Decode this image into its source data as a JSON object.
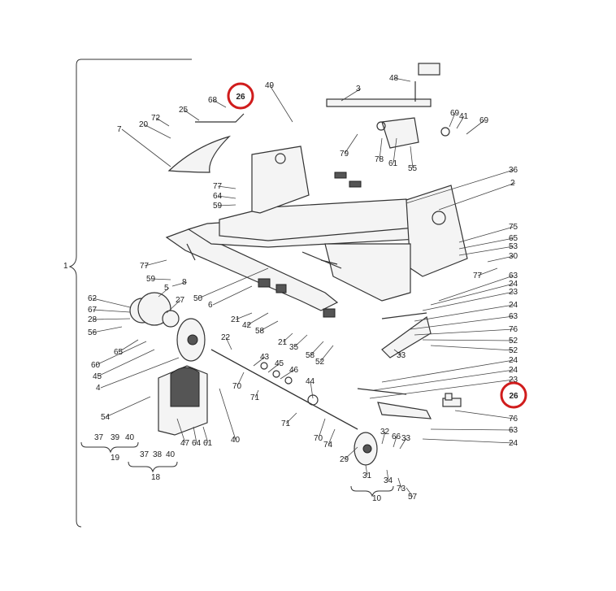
{
  "highlight_color": "#d01c1c",
  "callouts": [
    {
      "id": "c49",
      "text": "49"
    },
    {
      "id": "c3",
      "text": "3"
    },
    {
      "id": "c48",
      "text": "48"
    },
    {
      "id": "c68",
      "text": "68"
    },
    {
      "id": "c25",
      "text": "25"
    },
    {
      "id": "c72",
      "text": "72"
    },
    {
      "id": "c20",
      "text": "20"
    },
    {
      "id": "c7",
      "text": "7"
    },
    {
      "id": "c69a",
      "text": "69"
    },
    {
      "id": "c41",
      "text": "41"
    },
    {
      "id": "c69b",
      "text": "69"
    },
    {
      "id": "c79",
      "text": "79"
    },
    {
      "id": "c78",
      "text": "78"
    },
    {
      "id": "c61a",
      "text": "61"
    },
    {
      "id": "c55",
      "text": "55"
    },
    {
      "id": "c36",
      "text": "36"
    },
    {
      "id": "c2",
      "text": "2"
    },
    {
      "id": "c77a",
      "text": "77"
    },
    {
      "id": "c64a",
      "text": "64"
    },
    {
      "id": "c59a",
      "text": "59"
    },
    {
      "id": "c75",
      "text": "75"
    },
    {
      "id": "c65a",
      "text": "65"
    },
    {
      "id": "c53",
      "text": "53"
    },
    {
      "id": "c30",
      "text": "30"
    },
    {
      "id": "c77b",
      "text": "77"
    },
    {
      "id": "c59b",
      "text": "59"
    },
    {
      "id": "c8",
      "text": "8"
    },
    {
      "id": "c5",
      "text": "5"
    },
    {
      "id": "c62",
      "text": "62"
    },
    {
      "id": "c67",
      "text": "67"
    },
    {
      "id": "c28",
      "text": "28"
    },
    {
      "id": "c27",
      "text": "27"
    },
    {
      "id": "c56",
      "text": "56"
    },
    {
      "id": "c50",
      "text": "50"
    },
    {
      "id": "c6",
      "text": "6"
    },
    {
      "id": "c77c",
      "text": "77"
    },
    {
      "id": "c63a",
      "text": "63"
    },
    {
      "id": "c24a",
      "text": "24"
    },
    {
      "id": "c23a",
      "text": "23"
    },
    {
      "id": "c21a",
      "text": "21"
    },
    {
      "id": "c42",
      "text": "42"
    },
    {
      "id": "c58a",
      "text": "58"
    },
    {
      "id": "c24b",
      "text": "24"
    },
    {
      "id": "c63b",
      "text": "63"
    },
    {
      "id": "c76a",
      "text": "76"
    },
    {
      "id": "c52a",
      "text": "52"
    },
    {
      "id": "c65b",
      "text": "65"
    },
    {
      "id": "c60",
      "text": "60"
    },
    {
      "id": "c45a",
      "text": "45"
    },
    {
      "id": "c4",
      "text": "4"
    },
    {
      "id": "c22",
      "text": "22"
    },
    {
      "id": "c21b",
      "text": "21"
    },
    {
      "id": "c35",
      "text": "35"
    },
    {
      "id": "c58b",
      "text": "58"
    },
    {
      "id": "c52b",
      "text": "52"
    },
    {
      "id": "c33a",
      "text": "33"
    },
    {
      "id": "c52c",
      "text": "52"
    },
    {
      "id": "c24c",
      "text": "24"
    },
    {
      "id": "c24d",
      "text": "24"
    },
    {
      "id": "c23b",
      "text": "23"
    },
    {
      "id": "c43",
      "text": "43"
    },
    {
      "id": "c45b",
      "text": "45"
    },
    {
      "id": "c46",
      "text": "46"
    },
    {
      "id": "c44",
      "text": "44"
    },
    {
      "id": "c70a",
      "text": "70"
    },
    {
      "id": "c71a",
      "text": "71"
    },
    {
      "id": "c54",
      "text": "54"
    },
    {
      "id": "c71b",
      "text": "71"
    },
    {
      "id": "c40a",
      "text": "40"
    },
    {
      "id": "c76b",
      "text": "76"
    },
    {
      "id": "c63c",
      "text": "63"
    },
    {
      "id": "c24e",
      "text": "24"
    },
    {
      "id": "c32",
      "text": "32"
    },
    {
      "id": "c66",
      "text": "66"
    },
    {
      "id": "c33b",
      "text": "33"
    },
    {
      "id": "c70b",
      "text": "70"
    },
    {
      "id": "c74",
      "text": "74"
    },
    {
      "id": "c29",
      "text": "29"
    },
    {
      "id": "c47",
      "text": "47"
    },
    {
      "id": "c64b",
      "text": "64"
    },
    {
      "id": "c61b",
      "text": "61"
    },
    {
      "id": "c37a",
      "text": "37"
    },
    {
      "id": "c39",
      "text": "39"
    },
    {
      "id": "c40b",
      "text": "40"
    },
    {
      "id": "c19",
      "text": "19"
    },
    {
      "id": "c37b",
      "text": "37"
    },
    {
      "id": "c38",
      "text": "38"
    },
    {
      "id": "c40c",
      "text": "40"
    },
    {
      "id": "c18",
      "text": "18"
    },
    {
      "id": "c31",
      "text": "31"
    },
    {
      "id": "c34",
      "text": "34"
    },
    {
      "id": "c73",
      "text": "73"
    },
    {
      "id": "c57",
      "text": "57"
    },
    {
      "id": "c10",
      "text": "10"
    },
    {
      "id": "c1",
      "text": "1"
    }
  ],
  "highlighted": [
    {
      "id": "h26a",
      "text": "26"
    },
    {
      "id": "h26b",
      "text": "26"
    }
  ]
}
